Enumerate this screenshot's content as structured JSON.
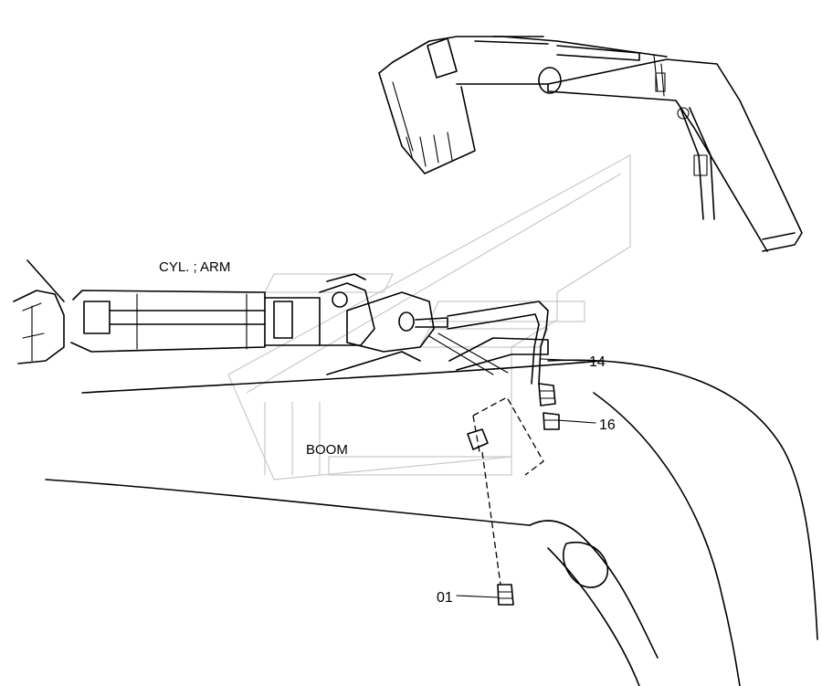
{
  "labels": {
    "arm_cylinder": "CYL. ; ARM",
    "boom": "BOOM"
  },
  "callouts": [
    {
      "id": "14",
      "text": "14"
    },
    {
      "id": "16",
      "text": "16"
    },
    {
      "id": "01",
      "text": "01"
    }
  ]
}
